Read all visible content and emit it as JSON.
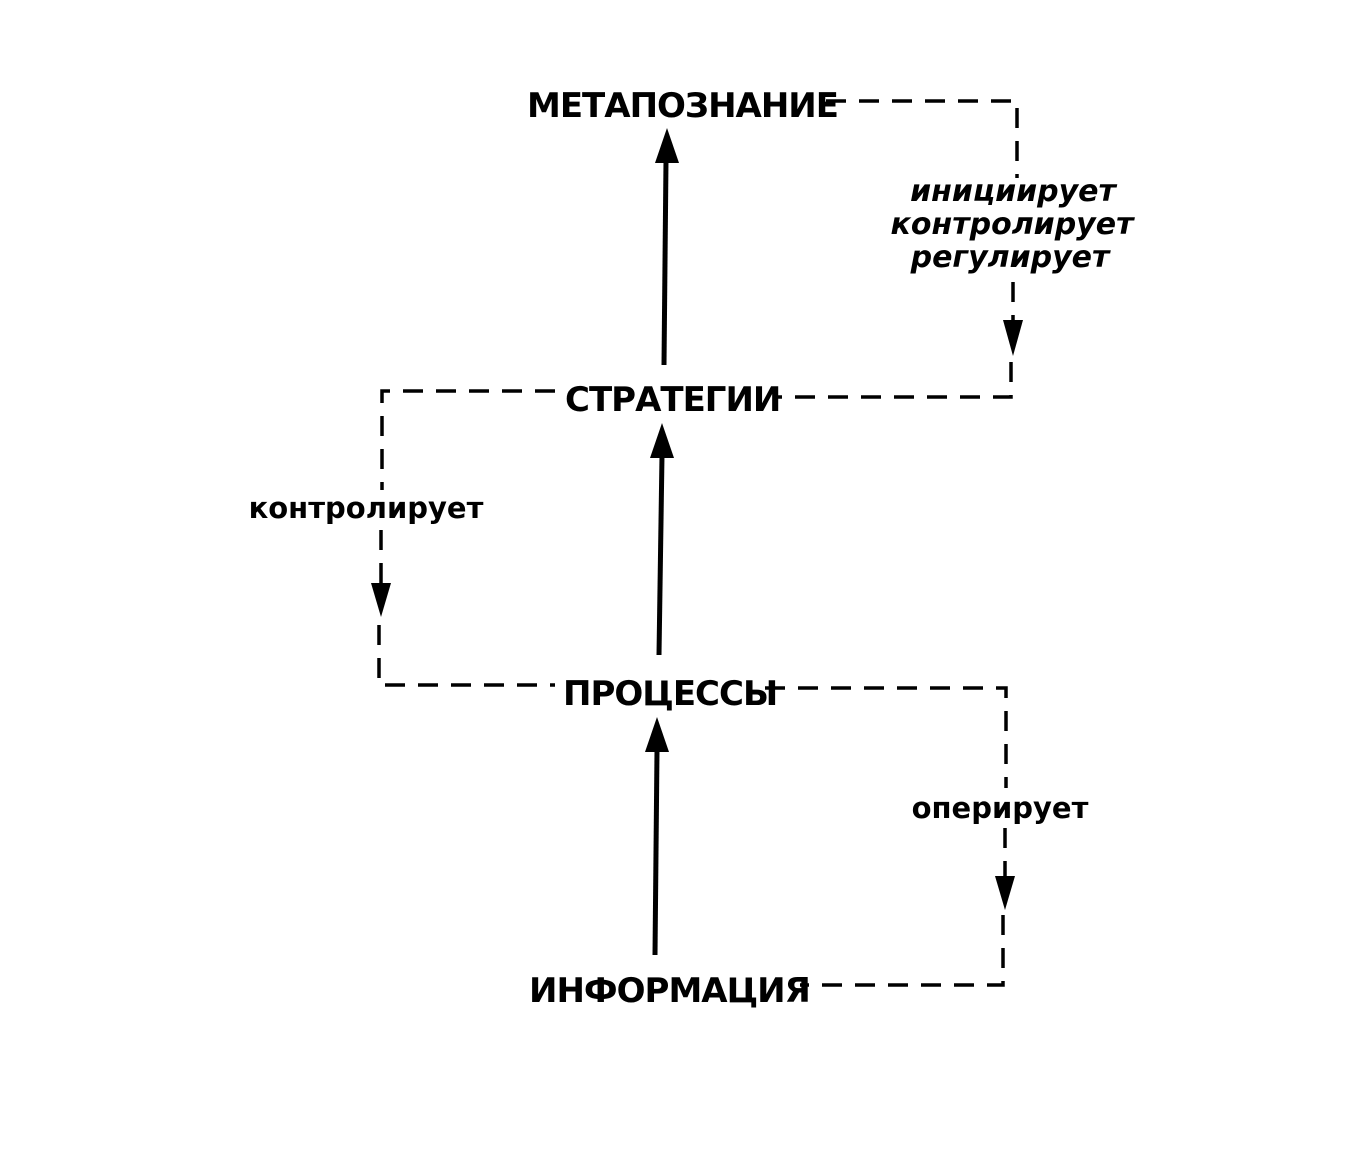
{
  "nodes": {
    "metacognition": "МЕТАПОЗНАНИЕ",
    "strategies": "СТРАТЕГИИ",
    "processes": "ПРОЦЕССЫ",
    "information": "ИНФОРМАЦИЯ"
  },
  "edges": {
    "metacognition_to_strategies": {
      "line1": "инициирует",
      "line2": "контролирует",
      "line3": "регулирует"
    },
    "strategies_to_processes": "контролирует",
    "processes_to_information": "оперирует"
  }
}
